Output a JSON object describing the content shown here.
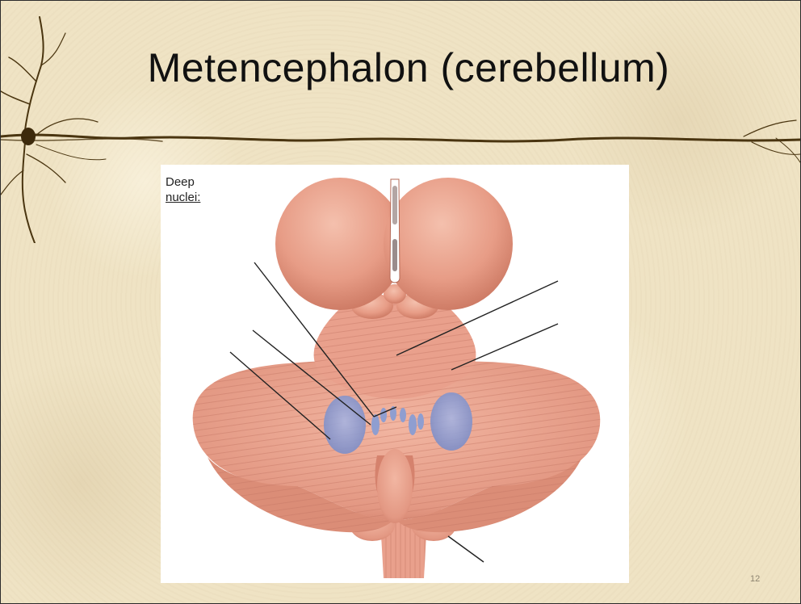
{
  "slide": {
    "title": "Metencephalon (cerebellum)",
    "page_number": "12"
  },
  "figure": {
    "label_line1": "Deep",
    "label_line2": "nuclei:",
    "label_line_count": 7
  },
  "icons": {
    "decoration": "neuron-icon",
    "illustration": "cerebellum-anatomy-illustration"
  },
  "colors": {
    "background": "#efe3c4",
    "tissue": "#e9a08c",
    "tissue_shadow": "#cf7d68",
    "nuclei": "#8f9ed0",
    "leader_lines": "#222222"
  }
}
